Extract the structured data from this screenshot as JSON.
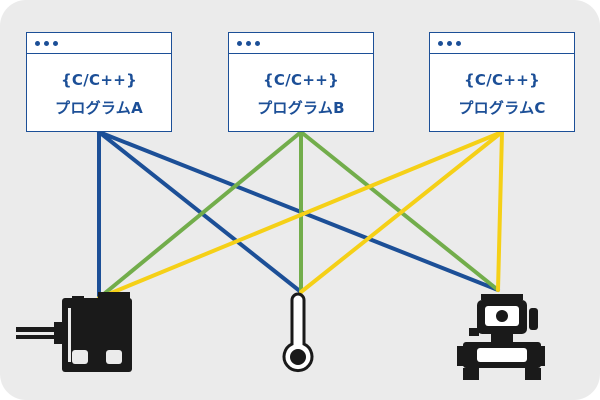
{
  "colors": {
    "background": "#ebebeb",
    "window_border": "#1c4f97",
    "text": "#1c4f97",
    "line_a": "#1c4f97",
    "line_b": "#72ad4b",
    "line_c": "#f5d017",
    "device": "#1a1a1a"
  },
  "programs": [
    {
      "lang": "{C/C++}",
      "name": "プログラムA",
      "line_color": "line_a"
    },
    {
      "lang": "{C/C++}",
      "name": "プログラムB",
      "line_color": "line_b"
    },
    {
      "lang": "{C/C++}",
      "name": "プログラムC",
      "line_color": "line_c"
    }
  ],
  "devices": [
    {
      "icon": "motor-icon"
    },
    {
      "icon": "thermometer-icon"
    },
    {
      "icon": "solenoid-valve-icon"
    }
  ]
}
